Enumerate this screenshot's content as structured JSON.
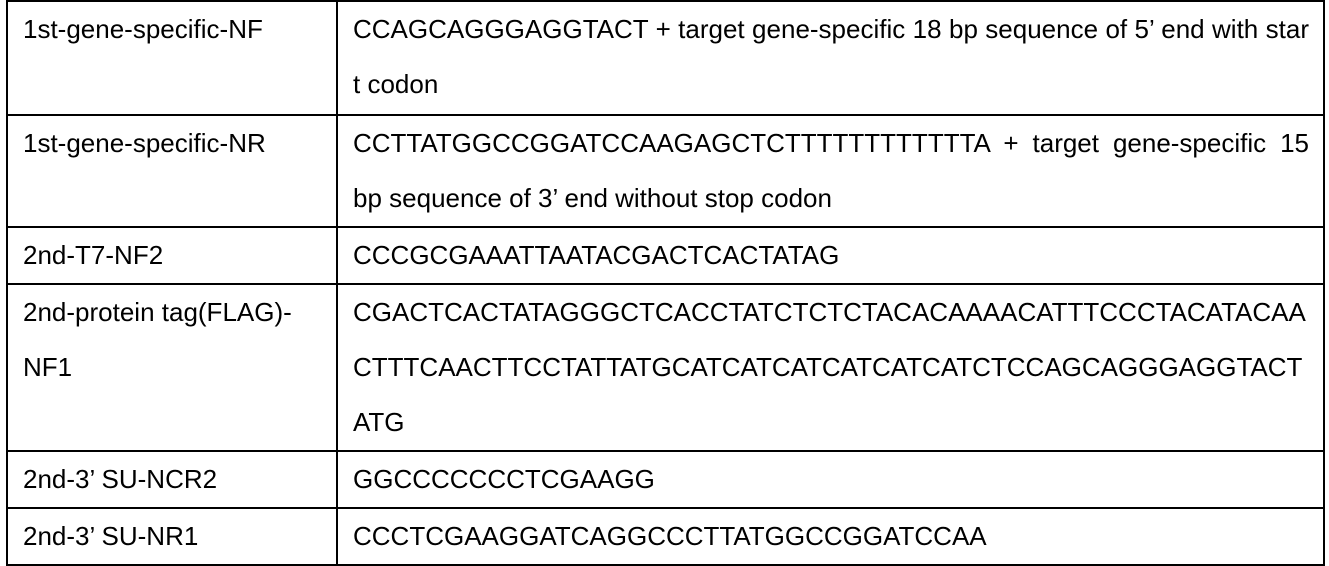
{
  "rows": [
    {
      "name": "1st-gene-specific-NF",
      "sequence": "CCAGCAGGGAGGTACT + target gene-specific 18 bp sequence of 5’ end with start codon"
    },
    {
      "name": "1st-gene-specific-NR",
      "sequence": "CCTTATGGCCGGATCCAAGAGCTCTTTTTTTTTTTTA + target gene-specific 15 bp sequence of 3’ end without stop codon"
    },
    {
      "name": "2nd-T7-NF2",
      "sequence": "CCCGCGAAATTAATACGACTCACTATAG"
    },
    {
      "name": "2nd-protein tag(FLAG)-NF1",
      "sequence": "CGACTCACTATAGGGCTCACCTATCTCTCTACACAAAACATTTCCCTACATACAACTTTCAACTTCCTATTATGCATCATCATCATCATCATCTCCAGCAGGGAGGTACTATG"
    },
    {
      "name": "2nd-3’ SU-NCR2",
      "sequence": "GGCCCCCCCTCGAAGG"
    },
    {
      "name": "2nd-3’ SU-NR1",
      "sequence": "CCCTCGAAGGATCAGGCCCTTATGGCCGGATCCAA"
    }
  ]
}
